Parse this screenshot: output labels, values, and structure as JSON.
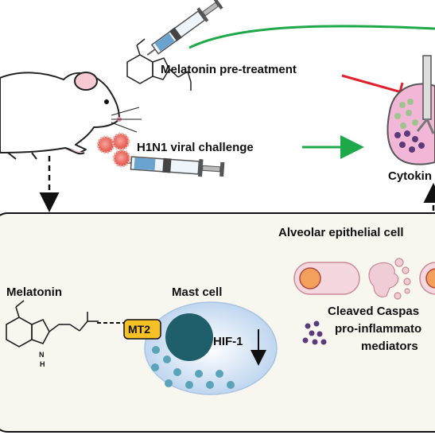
{
  "labels": {
    "pretreatment": "Melatonin pre-treatment",
    "viral_challenge": "H1N1 viral challenge",
    "cytokine": "Cytokin",
    "alveolar": "Alveolar epithelial cell",
    "melatonin": "Melatonin",
    "mast_cell": "Mast cell",
    "mt2": "MT2",
    "hif": "HIF-1",
    "cleaved_caspase": "Cleaved Caspas",
    "proinflammatory": "pro-inflammato",
    "mediators": "mediators",
    "nh": "N",
    "h": "H"
  },
  "colors": {
    "green_arrow": "#1fa84a",
    "red_inhibit": "#e0202a",
    "panel_bg": "#f7f6ef",
    "mast_outer": "#d7e6f6",
    "nucleus": "#1f5f6a",
    "granule": "#5aa3b8",
    "mt2_box": "#f5c125",
    "lung": "#f2b7d6",
    "virus": "#e85a4f",
    "mediator_dot": "#5b3b7a"
  }
}
